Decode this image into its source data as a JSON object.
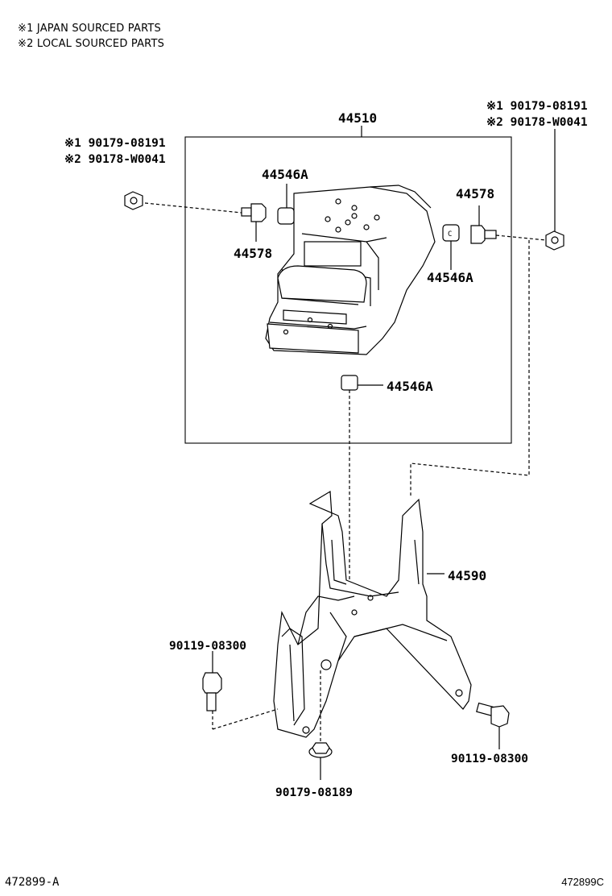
{
  "legend": {
    "note1": "※1 JAPAN SOURCED PARTS",
    "note2": "※2 LOCAL SOURCED PARTS"
  },
  "parts": {
    "assembly": "44510",
    "spacer_top": "44546A",
    "bolt_left": "44578",
    "bolt_right": "44578",
    "spacer_right": "44546A",
    "spacer_bottom": "44546A",
    "bracket": "44590",
    "bolt_left_lower": "90119-08300",
    "bolt_right_lower": "90119-08300",
    "nut_bottom": "90179-08189",
    "nut_left_japan": "※1 90179-08191",
    "nut_left_local": "※2 90178-W0041",
    "nut_right_japan": "※1 90179-08191",
    "nut_right_local": "※2 90178-W0041"
  },
  "footer": {
    "left_ref": "472899-A",
    "right_ref": "472899C"
  }
}
